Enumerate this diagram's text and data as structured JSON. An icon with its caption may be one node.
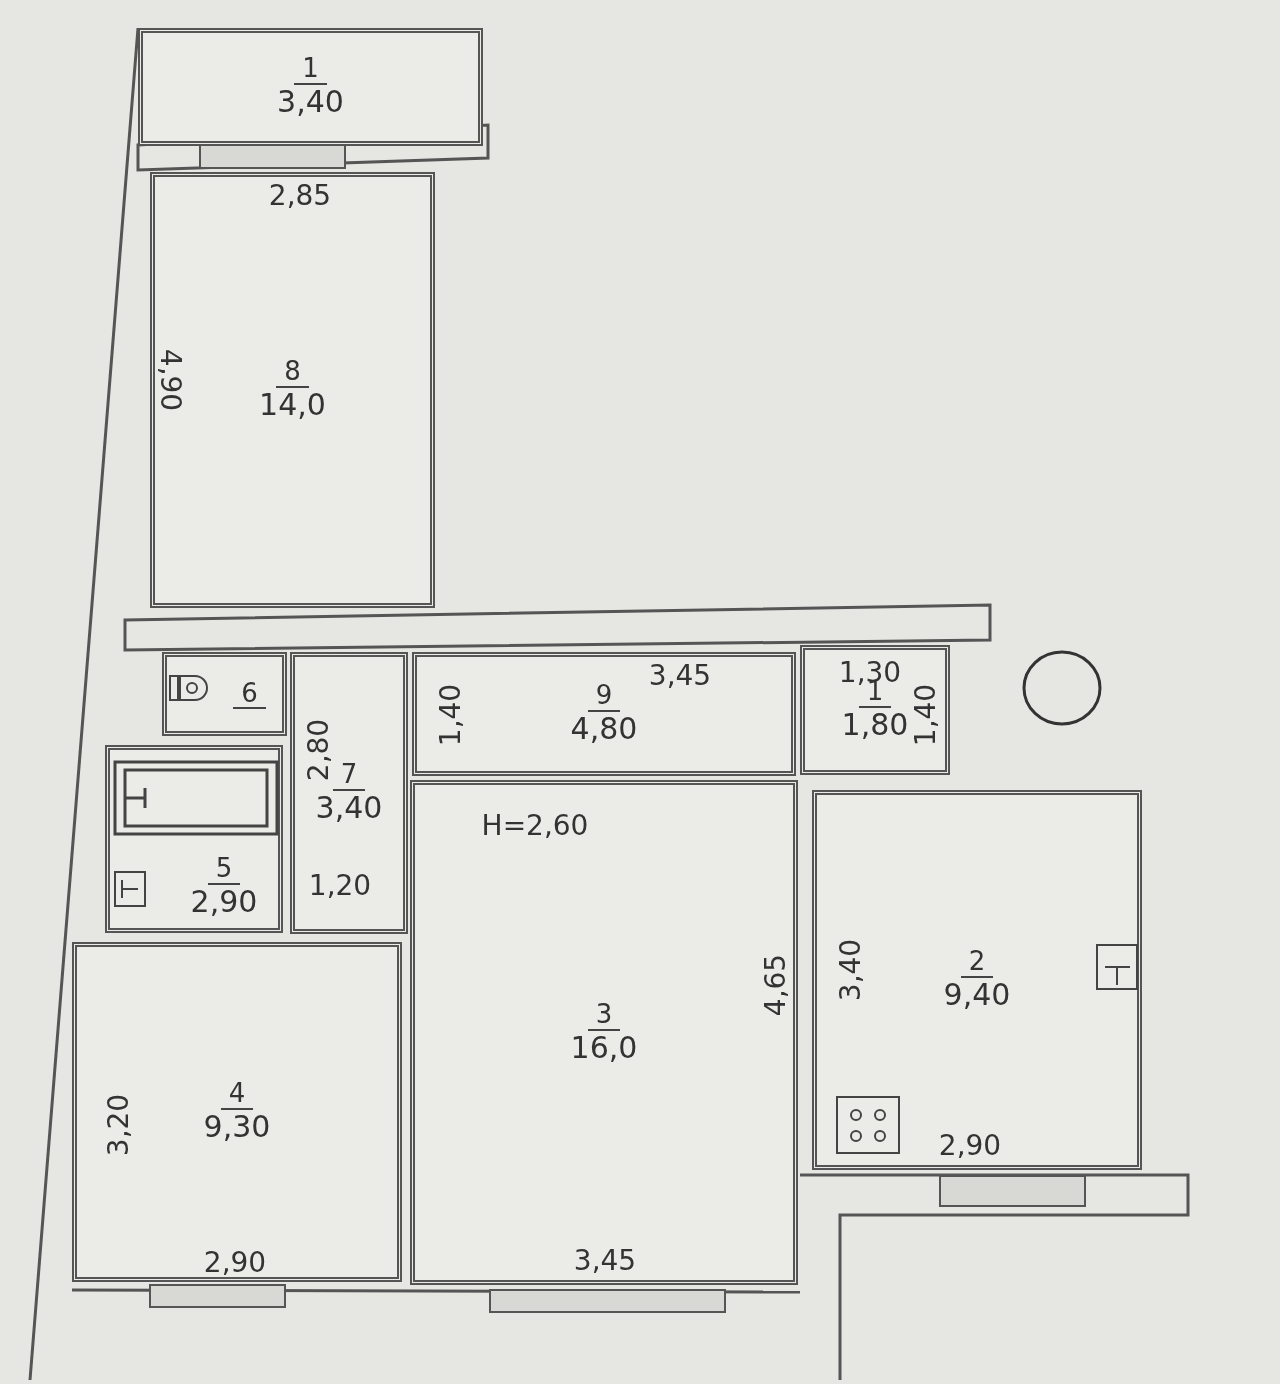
{
  "diagram": {
    "nodes": [
      {
        "text": [
          "1",
          "3,40"
        ]
      },
      {
        "text": [
          "8",
          "14,0"
        ]
      },
      {
        "text": [
          "6"
        ]
      },
      {
        "text": [
          "7",
          "3,40"
        ]
      },
      {
        "text": [
          "9",
          "4,80"
        ]
      },
      {
        "text": [
          "1",
          "1,80"
        ]
      },
      {
        "text": [
          "5",
          "2,90"
        ]
      },
      {
        "text": [
          "3",
          "16,0"
        ]
      },
      {
        "text": [
          "2",
          "9,40"
        ]
      },
      {
        "text": [
          "4",
          "9,30"
        ]
      }
    ],
    "labels": [
      "2,85",
      "4,90",
      "3,45",
      "1,30",
      "1,40",
      "1,40",
      "2,80",
      "1,20",
      "H=2,60",
      "4,65",
      "3,40",
      "2,90",
      "3,20",
      "2,90",
      "3,45"
    ]
  }
}
